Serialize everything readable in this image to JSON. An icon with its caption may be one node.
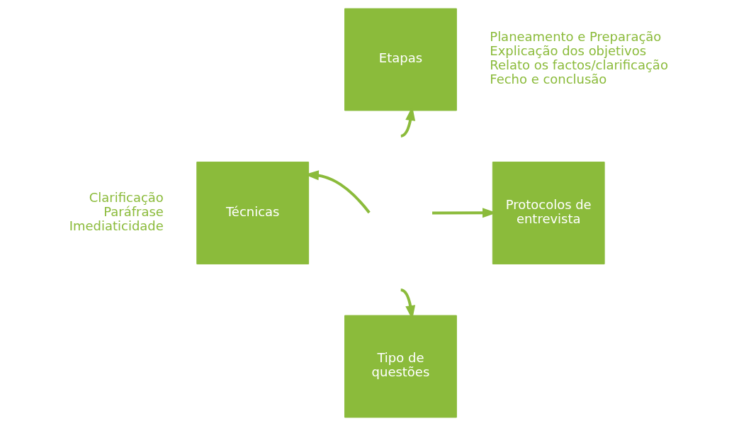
{
  "diagram": {
    "nodes": [
      {
        "text": [
          "Etapas"
        ],
        "beside": [
          "Planeamento e Preparação",
          "Explicação dos objetivos",
          "Relato os factos/clarificação",
          "Fecho e conclusão"
        ]
      },
      {
        "text": [
          "Técnicas"
        ],
        "beside": [
          "Clarificação",
          "Paráfrase",
          "Imediaticidade"
        ]
      },
      {
        "text": [
          "Protocolos de entrevista"
        ]
      },
      {
        "text": [
          "Tipo de questões"
        ]
      }
    ],
    "edges": [
      {
        "from": null,
        "to": 0,
        "arrow": "to"
      },
      {
        "from": null,
        "to": 1,
        "arrow": "to"
      },
      {
        "from": null,
        "to": 2,
        "arrow": "to"
      },
      {
        "from": null,
        "to": 3,
        "arrow": "to"
      }
    ]
  }
}
